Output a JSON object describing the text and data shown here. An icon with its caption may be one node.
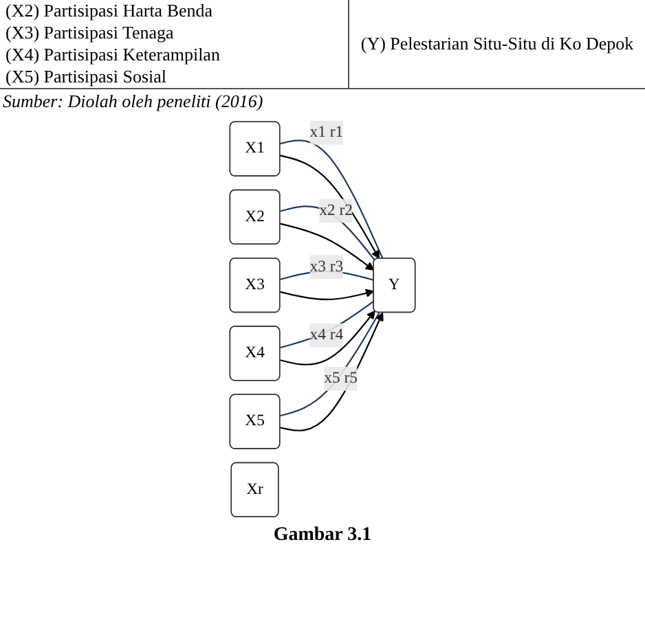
{
  "diagram": {
    "caption": "Gambar 3.1",
    "nodes": [
      {
        "text": [
          "X1"
        ]
      },
      {
        "text": [
          "X2"
        ]
      },
      {
        "text": [
          "X3"
        ]
      },
      {
        "text": [
          "X4"
        ]
      },
      {
        "text": [
          "X5"
        ]
      },
      {
        "text": [
          "Y"
        ]
      },
      {
        "text": [
          "Xr"
        ]
      }
    ],
    "edges": [
      {
        "from": 0,
        "to": 5,
        "arrow": "none",
        "label": "x1 r1",
        "color": "#1f3864"
      },
      {
        "from": 1,
        "to": 5,
        "arrow": "none",
        "label": "x2 r2",
        "color": "#1f3864"
      },
      {
        "from": 2,
        "to": 5,
        "arrow": "none",
        "label": "x3 r3",
        "color": "#1f3864"
      },
      {
        "from": 3,
        "to": 5,
        "arrow": "none",
        "label": "x4 r4",
        "color": "#1f3864"
      },
      {
        "from": 4,
        "to": 5,
        "arrow": "none",
        "label": "x5 r5",
        "color": "#1f3864"
      },
      {
        "from": 0,
        "to": 5,
        "arrow": "to",
        "color": "#000000"
      },
      {
        "from": 1,
        "to": 5,
        "arrow": "to",
        "color": "#000000"
      },
      {
        "from": 2,
        "to": 5,
        "arrow": "to",
        "color": "#000000"
      },
      {
        "from": 3,
        "to": 5,
        "arrow": "to",
        "color": "#000000"
      },
      {
        "from": 4,
        "to": 5,
        "arrow": "to",
        "color": "#000000"
      }
    ],
    "labels": [
      "(X2) Partisipasi Harta Benda",
      "(X3) Partisipasi Tenaga",
      "(X4) Partisipasi Keterampilan",
      "(X5) Partisipasi Sosial",
      "(Y) Pelestarian Situ-Situ di Ko Depok",
      "Sumber: Diolah oleh peneliti (2016)"
    ]
  }
}
